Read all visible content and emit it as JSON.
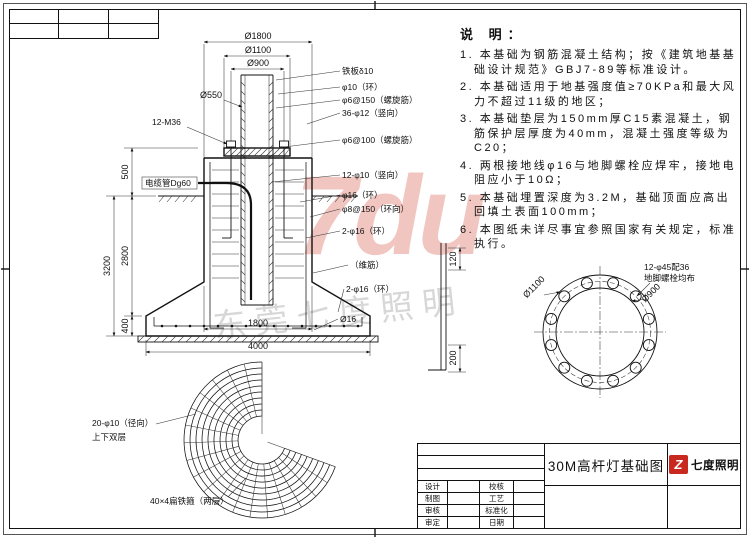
{
  "watermark": {
    "logo": "7du",
    "text": "东莞七度照明"
  },
  "notes": {
    "heading": "说  明：",
    "items": [
      "1. 本基础为钢筋混凝土结构；按《建筑地基基础设计规范》GBJ7-89等标准设计。",
      "2. 本基础适用于地基强度值≥70KPa和最大风力不超过11级的地区；",
      "3. 本基础垫层为150mm厚C15素混凝土，钢筋保护层厚度为40mm，混凝土强度等级为C20；",
      "4. 两根接地线φ16与地脚螺栓应焊牢，接地电阻应小于10Ω；",
      "5. 本基础埋置深度为3.2M，基础顶面应高出回填土表面100mm；",
      "6. 本图纸未详尽事宜参照国家有关规定，标准执行。"
    ]
  },
  "section": {
    "top_dims": {
      "d1800": "Ø1800",
      "d1100": "Ø1100",
      "d900": "Ø900",
      "d550": "Ø550"
    },
    "left": {
      "bolt": "12-M36",
      "conduit": "电缆管Dg60",
      "v500": "500",
      "v2800": "2800",
      "v3200": "3200",
      "v400": "400"
    },
    "right_dims": {
      "v120": "120",
      "v200": "200"
    },
    "bottom_dims": {
      "h1800": "1800",
      "h4000": "4000"
    },
    "callouts": [
      "铁板δ10",
      "φ10（环）",
      "φ6@150（螺旋筋）",
      "36-φ12（竖向）",
      "φ6@100（螺旋筋）",
      "12-φ10（竖向）",
      "φ16（环）",
      "φ8@150（环向）",
      "2-φ16（环）"
    ],
    "base_callouts": {
      "stirrup": "（维筋）",
      "ring": "2-φ16（环）",
      "ground": "Ø16"
    }
  },
  "flange": {
    "d1100": "Ø1100",
    "d900": "Ø900",
    "note1": "12-φ45配36",
    "note2": "地脚螺栓均布"
  },
  "fan": {
    "line1": "20-φ10（径向）",
    "line2": "上下双层",
    "hoop": "40×4扁铁箍（两层）"
  },
  "titleblock": {
    "title": "30M高杆灯基础图",
    "logo_z": "Z",
    "logo_name": "七度照明",
    "labels": [
      [
        "设计",
        "校核"
      ],
      [
        "制图",
        "工艺"
      ],
      [
        "审核",
        "标准化"
      ],
      [
        "审定",
        "日期"
      ]
    ]
  }
}
